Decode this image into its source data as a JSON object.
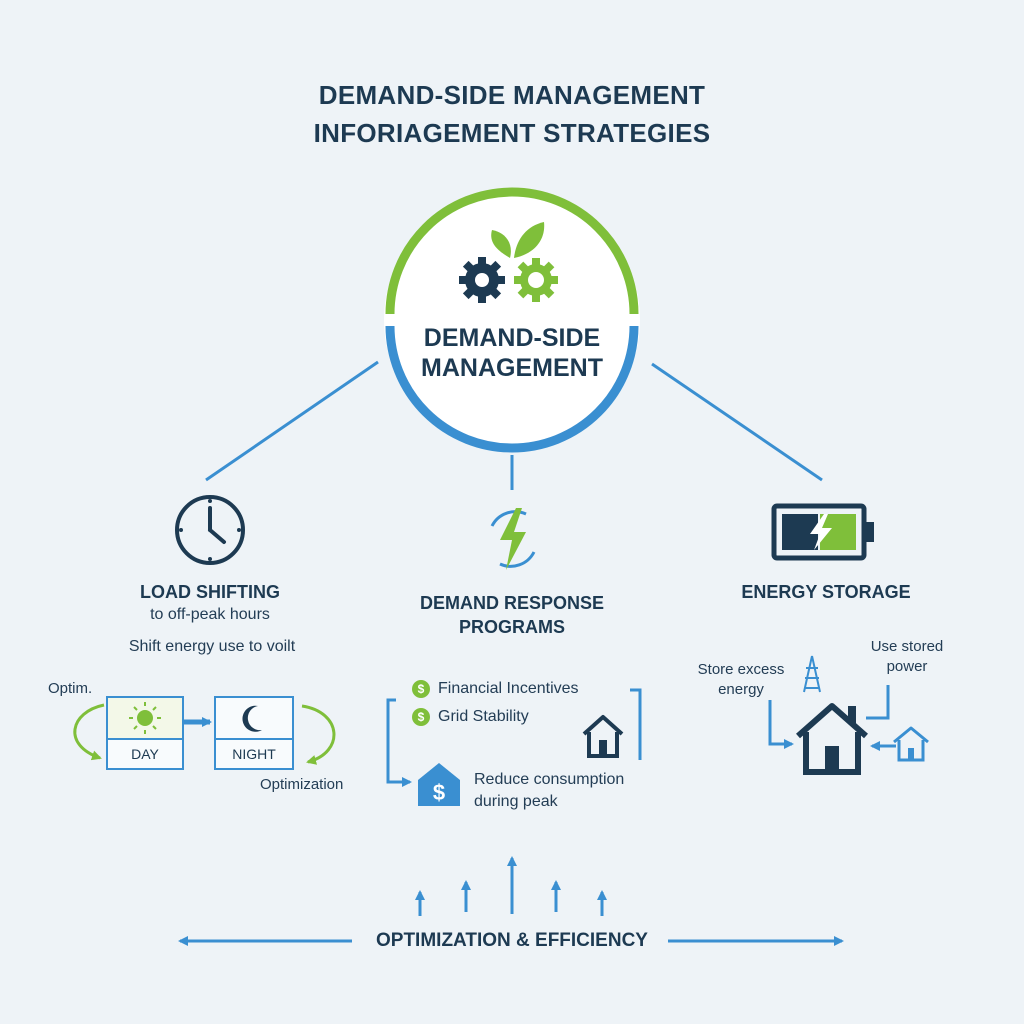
{
  "title": {
    "line1": "DEMAND-SIDE MANAGEMENT",
    "line2": "INFORIAGEMENT STRATEGIES"
  },
  "hub": {
    "line1": "DEMAND-SIDE",
    "line2": "MANAGEMENT"
  },
  "load_shifting": {
    "heading": "LOAD SHIFTING",
    "subheading": "to off-peak hours",
    "description": "Shift energy use to voilt",
    "optim_label": "Optim.",
    "day_label": "DAY",
    "night_label": "NIGHT",
    "optimization_label": "Optimization"
  },
  "demand_response": {
    "heading_line1": "DEMAND RESPONSE",
    "heading_line2": "PROGRAMS",
    "item1": "Financial Incentives",
    "item2": "Grid Stability",
    "reduce_line1": "Reduce consumption",
    "reduce_line2": "during peak",
    "coin_symbol": "$"
  },
  "energy_storage": {
    "heading": "ENERGY STORAGE",
    "store_line1": "Store excess",
    "store_line2": "energy",
    "use_line1": "Use stored",
    "use_line2": "power"
  },
  "footer": {
    "label": "OPTIMIZATION & EFFICIENCY"
  },
  "colors": {
    "navy": "#1d3a52",
    "blue": "#3a8fd1",
    "green": "#7fbf3a",
    "background": "#eef3f7"
  }
}
